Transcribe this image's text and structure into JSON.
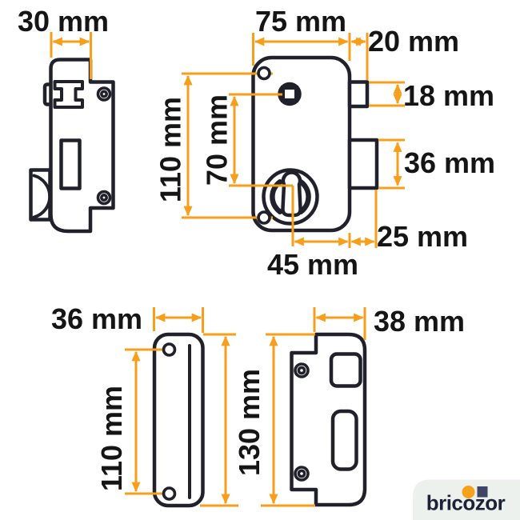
{
  "colors": {
    "dimension_accent": "#F79E1B",
    "drawing_outline": "#21212B",
    "label_text": "#151515",
    "background": "#FFFFFF",
    "logo_bg": "#ECF1EE",
    "logo_text_color": "#1D2136",
    "logo_dot_color": "#F7A01C",
    "logo_square_color": "#3E4566"
  },
  "dims": {
    "side_width": "30 mm",
    "front_width": "75 mm",
    "latch_protrusion": "20 mm",
    "latch_height": "18 mm",
    "bolt_height": "36 mm",
    "bolt_offset": "25 mm",
    "cylinder_offset": "45 mm",
    "front_fixing_height": "110 mm",
    "spindle_to_cylinder": "70 mm",
    "faceplate_width": "36 mm",
    "faceplate_fixing_height": "110 mm",
    "plates_height": "130 mm",
    "strike_width": "38 mm"
  },
  "logo": {
    "text": "bricozor"
  }
}
